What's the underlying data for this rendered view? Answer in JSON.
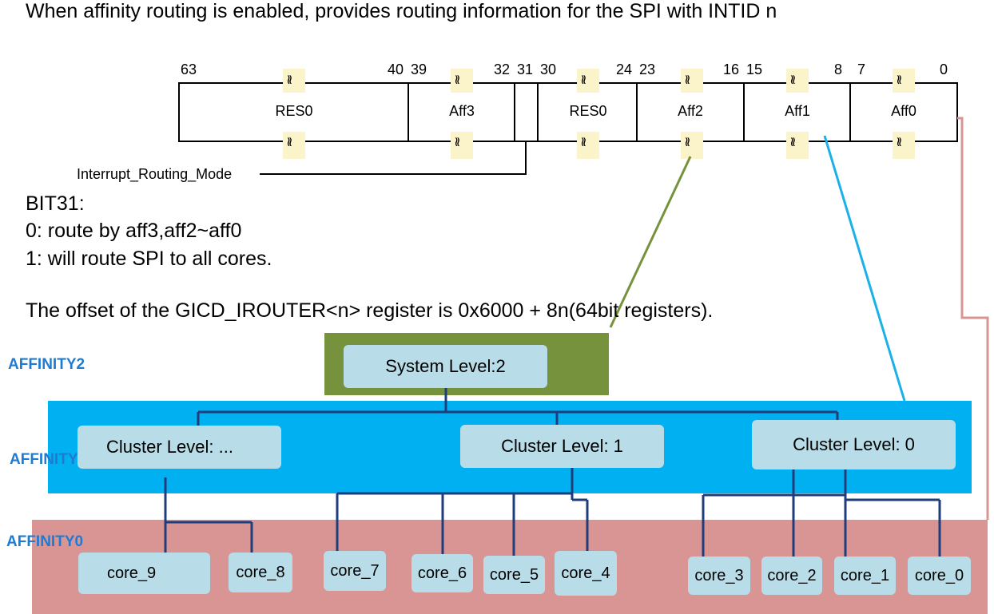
{
  "heading": "When affinity routing is enabled, provides routing information for the SPI with INTID n",
  "register": {
    "bit_numbers": [
      "63",
      "40",
      "39",
      "32",
      "31",
      "30",
      "24",
      "23",
      "16",
      "15",
      "8",
      "7",
      "0"
    ],
    "fields": [
      "RES0",
      "Aff3",
      "RES0",
      "Aff2",
      "Aff1",
      "Aff0"
    ],
    "break_symbol": "≀≀",
    "routing_mode_label": "Interrupt_Routing_Mode"
  },
  "notes": {
    "line1": "BIT31:",
    "line2": "0: route by aff3,aff2~aff0",
    "line3": "1: will route SPI to all cores.",
    "offset": "The offset of the GICD_IROUTER<n> register is 0x6000 + 8n(64bit registers)."
  },
  "hierarchy": {
    "affinity_labels": [
      "AFFINITY2",
      "AFFINITY1",
      "AFFINITY0"
    ],
    "system": "System Level:2",
    "clusters": [
      "Cluster Level: ...",
      "Cluster Level: 1",
      "Cluster Level: 0"
    ],
    "cores": [
      "core_9",
      "core_8",
      "core_7",
      "core_6",
      "core_5",
      "core_4",
      "core_3",
      "core_2",
      "core_1",
      "core_0"
    ]
  },
  "colors": {
    "affinity2_band": "#76923c",
    "affinity1_band": "#00b0f0",
    "affinity0_band": "#d99594",
    "node_fill": "#b8dde9",
    "tree_line": "#1f3d7a",
    "label_blue": "#1f7bd1",
    "aff2_link": "#76923c",
    "aff1_link": "#1ab0e8",
    "aff0_link": "#d99594"
  }
}
